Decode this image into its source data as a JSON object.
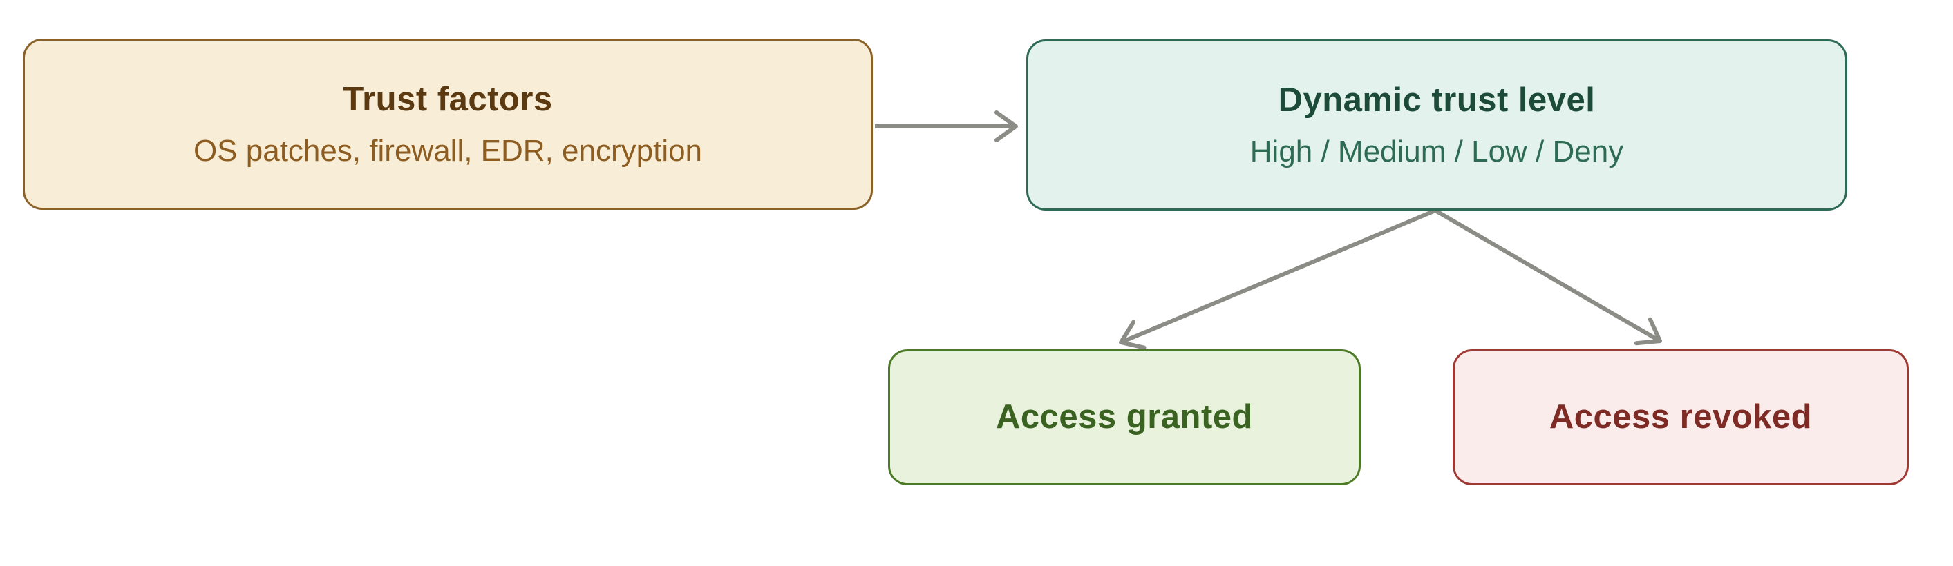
{
  "diagram": {
    "nodes": [
      {
        "id": "trust-factors",
        "title": "Trust factors",
        "subtitle": "OS patches, firewall, EDR, encryption",
        "bg_color": "#f8eed8",
        "border_color": "#8a6228",
        "title_color": "#5c3a11",
        "subtitle_color": "#8c5c20"
      },
      {
        "id": "dynamic-trust-level",
        "title": "Dynamic trust level",
        "subtitle": "High / Medium / Low / Deny",
        "bg_color": "#e3f2ec",
        "border_color": "#2e6b55",
        "title_color": "#1c4b3a",
        "subtitle_color": "#2d6b55"
      },
      {
        "id": "access-granted",
        "title": "Access granted",
        "bg_color": "#e9f2dc",
        "border_color": "#4c7a26",
        "title_color": "#3a6321"
      },
      {
        "id": "access-revoked",
        "title": "Access revoked",
        "bg_color": "#f9eceb",
        "border_color": "#9e3a33",
        "title_color": "#7e2b26"
      }
    ],
    "edges": [
      {
        "from": "trust-factors",
        "to": "dynamic-trust-level"
      },
      {
        "from": "dynamic-trust-level",
        "to": "access-granted"
      },
      {
        "from": "dynamic-trust-level",
        "to": "access-revoked"
      }
    ],
    "arrow_color": "#8c8c87",
    "background_color": "#ffffff"
  }
}
